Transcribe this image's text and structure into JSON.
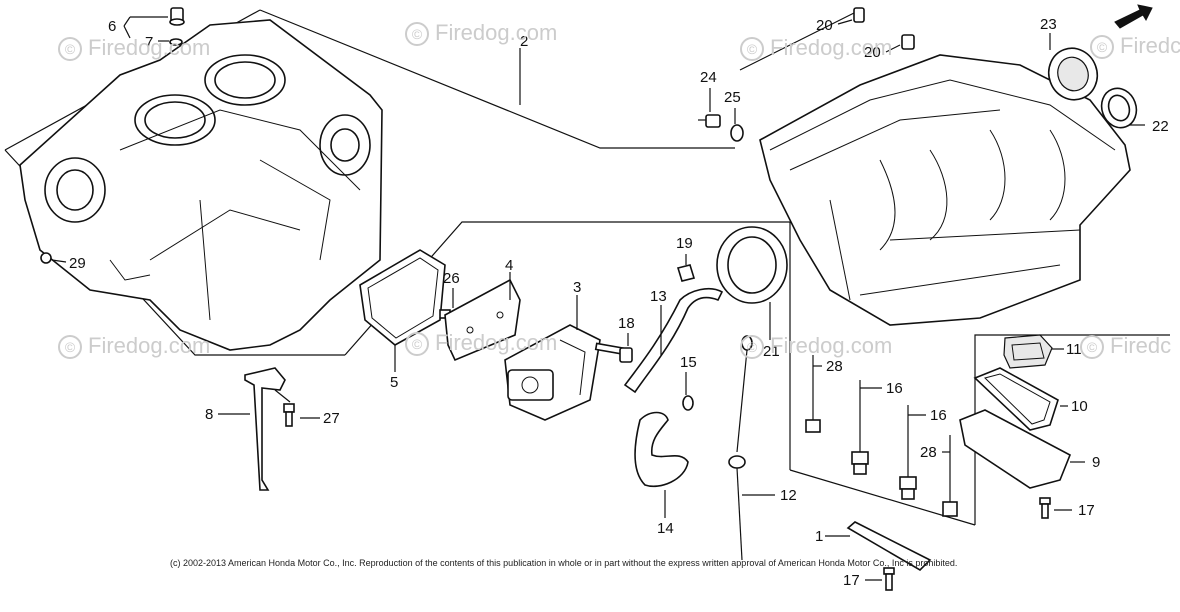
{
  "watermark": {
    "text": "Firedog.com",
    "text_partial": "Firedc",
    "symbol": "copyright-circle-icon"
  },
  "copyright": "(c) 2002-2013 American Honda Motor Co., Inc. Reproduction of the contents of this publication in whole or in part without the express written approval of American Honda Motor Co., Inc is prohibited.",
  "callouts": {
    "c1": "1",
    "c2": "2",
    "c3": "3",
    "c4": "4",
    "c5": "5",
    "c6": "6",
    "c7": "7",
    "c8": "8",
    "c9": "9",
    "c10": "10",
    "c11": "11",
    "c12": "12",
    "c13": "13",
    "c14": "14",
    "c15": "15",
    "c16a": "16",
    "c16b": "16",
    "c17a": "17",
    "c17b": "17",
    "c18": "18",
    "c19": "19",
    "c20a": "20",
    "c20b": "20",
    "c21": "21",
    "c22": "22",
    "c23": "23",
    "c24": "24",
    "c25": "25",
    "c26": "26",
    "c27": "27",
    "c28a": "28",
    "c28b": "28",
    "c29": "29"
  }
}
